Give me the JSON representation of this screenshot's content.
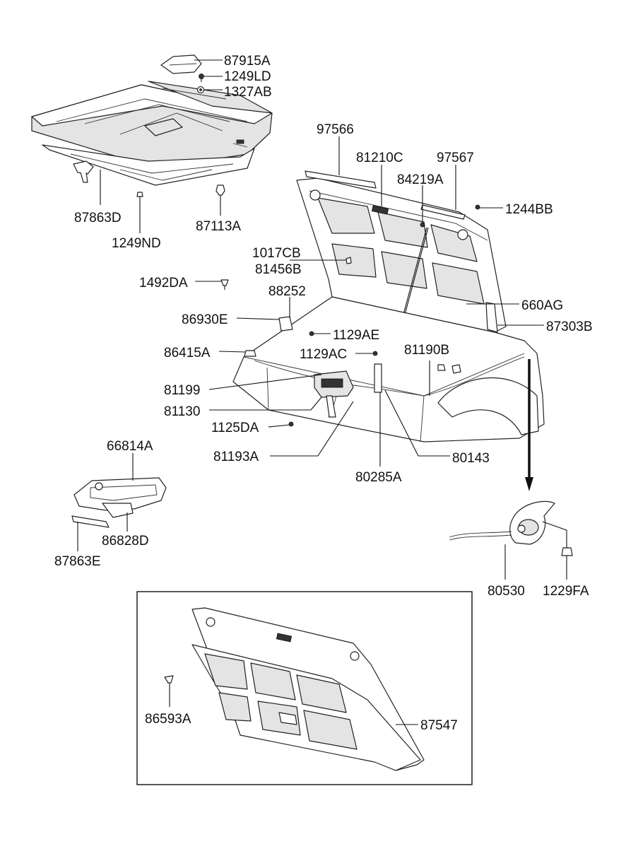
{
  "labels": {
    "l87915A": "87915A",
    "l1249LD": "1249LD",
    "l1327AB": "1327AB",
    "l87863D": "87863D",
    "l1249ND": "1249ND",
    "l87113A": "87113A",
    "l97566": "97566",
    "l81210C": "81210C",
    "l97567": "97567",
    "l84219A": "84219A",
    "l1244BB": "1244BB",
    "l1017CB": "1017CB",
    "l81456B": "81456B",
    "l1492DA": "1492DA",
    "l88252": "88252",
    "l660AG": "660AG",
    "l86930E": "86930E",
    "l87303B": "87303B",
    "l1129AE": "1129AE",
    "l86415A": "86415A",
    "l1129AC": "1129AC",
    "l81190B": "81190B",
    "l81199": "81199",
    "l81130": "81130",
    "l1125DA": "1125DA",
    "l81193A": "81193A",
    "l80143": "80143",
    "l80285A": "80285A",
    "l66814A": "66814A",
    "l86828D": "86828D",
    "l87863E": "87863E",
    "l80530": "80530",
    "l1229FA": "1229FA",
    "l86593A": "86593A",
    "l87547": "87547"
  }
}
